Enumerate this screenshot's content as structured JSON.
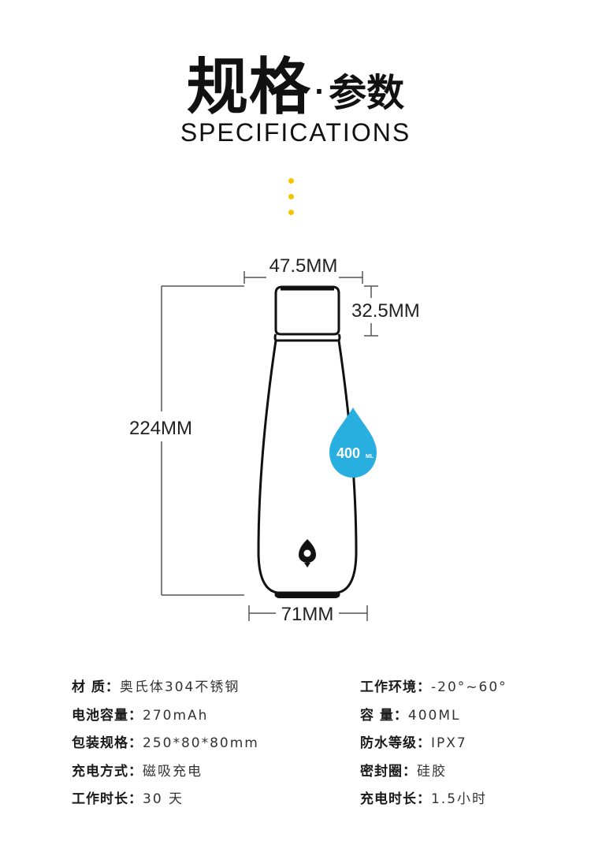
{
  "header": {
    "title_main": "规格",
    "title_dot": "·",
    "title_sub": "参数",
    "title_en": "SPECIFICATIONS"
  },
  "colors": {
    "accent_yellow": "#f5c400",
    "drop_blue": "#29aee0",
    "outline": "#111111",
    "dim_line": "#555555"
  },
  "diagram": {
    "top_width": "47.5MM",
    "cap_height": "32.5MM",
    "total_height": "224MM",
    "base_width": "71MM",
    "capacity_badge": {
      "value": "400",
      "unit": "ML"
    },
    "logo_icon": "rocket-drop-icon"
  },
  "specs": {
    "left": [
      {
        "label": "材 质：",
        "value": "奥氏体304不锈钢"
      },
      {
        "label": "电池容量：",
        "value": "270mAh"
      },
      {
        "label": "包装规格：",
        "value": "250*80*80mm"
      },
      {
        "label": "充电方式：",
        "value": "磁吸充电"
      },
      {
        "label": "工作时长：",
        "value": "30 天"
      }
    ],
    "right": [
      {
        "label": "工作环境：",
        "value": "-20°~60°"
      },
      {
        "label": "容 量：",
        "value": "400ML"
      },
      {
        "label": "防水等级：",
        "value": "IPX7"
      },
      {
        "label": "密封圈：",
        "value": "硅胶"
      },
      {
        "label": "充电时长：",
        "value": "1.5小时"
      }
    ]
  }
}
